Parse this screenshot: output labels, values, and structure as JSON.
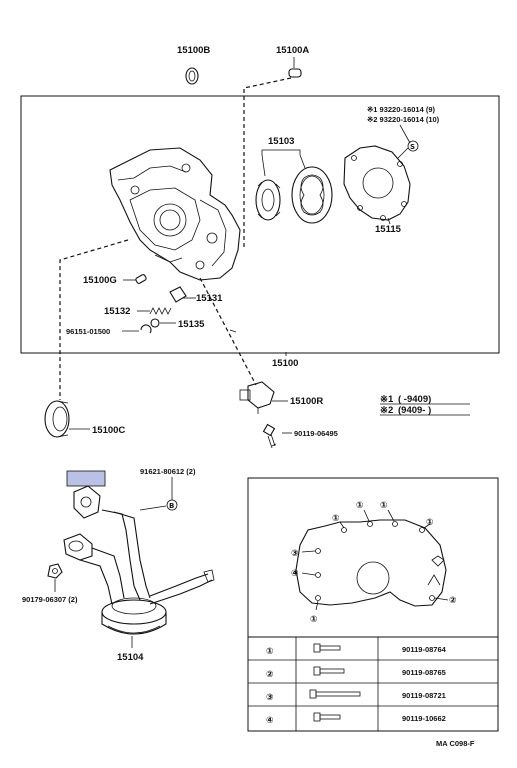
{
  "parts": {
    "p15100B": "15100B",
    "p15100A": "15100A",
    "p15103": "15103",
    "p15115": "15115",
    "p15100G": "15100G",
    "p15131": "15131",
    "p15132": "15132",
    "p15135": "15135",
    "p96151": "96151-01500",
    "p15100": "15100",
    "p15100R": "15100R",
    "p15100C": "15100C",
    "p90119_06495": "90119-06495",
    "p91621": "91621-80612 (2)",
    "p90179": "90179-06307 (2)",
    "p15104": "15104"
  },
  "notes": {
    "n1": "※1 93220-16014 (9)",
    "n2": "※2 93220-16014 (10)",
    "s_mark": "S",
    "b_mark": "B"
  },
  "legend": {
    "l1_mark": "※1",
    "l1_text": "(        -9409)",
    "l2_mark": "※2",
    "l2_text": "(9409-        )"
  },
  "inset": {
    "markers": {
      "m1": "①",
      "m2": "②",
      "m3": "③",
      "m4": "④"
    }
  },
  "bolt_table": {
    "rows": [
      {
        "mark": "①",
        "part": "90119-08764"
      },
      {
        "mark": "②",
        "part": "90119-08765"
      },
      {
        "mark": "③",
        "part": "90119-08721"
      },
      {
        "mark": "④",
        "part": "90119-10662"
      }
    ]
  },
  "footer": {
    "code": "MA C098-F"
  },
  "colors": {
    "highlight_box": "#b9c2e6",
    "line": "#111111",
    "background": "#ffffff"
  }
}
